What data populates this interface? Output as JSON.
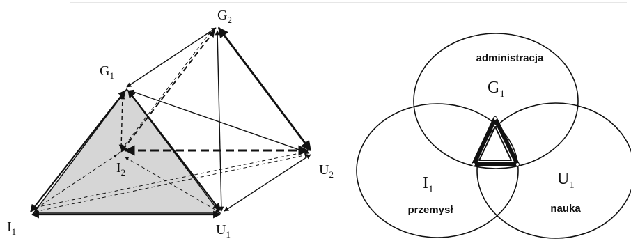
{
  "tetrahedron": {
    "labels": {
      "G1": {
        "base": "G",
        "sub": "1"
      },
      "G2": {
        "base": "G",
        "sub": "2"
      },
      "I1": {
        "base": "I",
        "sub": "1"
      },
      "I2": {
        "base": "I",
        "sub": "2"
      },
      "U1": {
        "base": "U",
        "sub": "1"
      },
      "U2": {
        "base": "U",
        "sub": "2"
      }
    }
  },
  "venn": {
    "top": {
      "name": "administracja",
      "base": "G",
      "sub": "1"
    },
    "left": {
      "name": "przemysł",
      "base": "I",
      "sub": "1"
    },
    "right": {
      "name": "nauka",
      "base": "U",
      "sub": "1"
    }
  },
  "colors": {
    "shade": "#d6d6d6",
    "stroke": "#111111"
  }
}
